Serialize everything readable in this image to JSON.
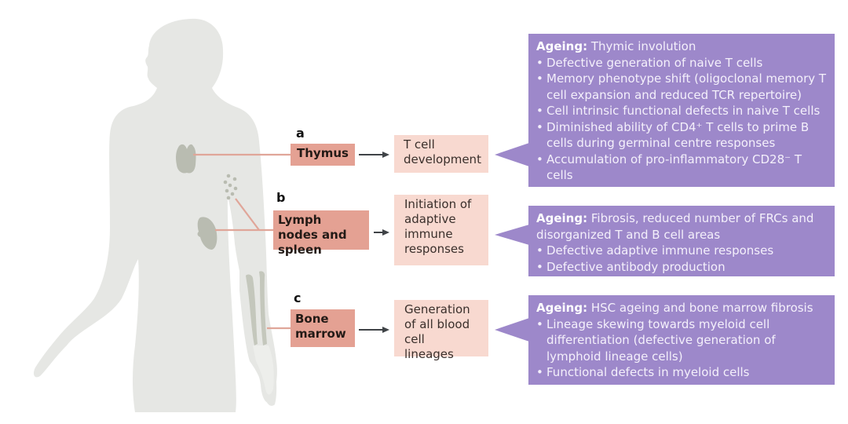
{
  "sections": [
    {
      "tag": "a",
      "organ": "Thymus",
      "function": "T cell development",
      "ageing_label": "Ageing:",
      "ageing_heading": "Thymic involution",
      "bullets": [
        "Defective generation of naive T cells",
        "Memory phenotype shift (oligoclonal memory T cell expansion and reduced TCR repertoire)",
        "Cell intrinsic functional defects in naive T cells",
        "Diminished ability of CD4⁺ T cells to prime B cells during germinal centre responses",
        "Accumulation of pro-inflammatory CD28⁻ T cells"
      ]
    },
    {
      "tag": "b",
      "organ": "Lymph nodes and spleen",
      "function": "Initiation of adaptive immune responses",
      "ageing_label": "Ageing:",
      "ageing_heading": "Fibrosis, reduced number of FRCs and disorganized T and B cell areas",
      "bullets": [
        "Defective adaptive immune responses",
        "Defective antibody production"
      ]
    },
    {
      "tag": "c",
      "organ": "Bone marrow",
      "function": "Generation of all blood cell lineages",
      "ageing_label": "Ageing:",
      "ageing_heading": "HSC ageing and bone marrow fibrosis",
      "bullets": [
        "Lineage skewing towards myeloid cell differentiation (defective generation of lymphoid lineage cells)",
        "Functional defects in myeloid cells"
      ]
    }
  ],
  "bullet_glyph": "•",
  "colors": {
    "body": "#e6e7e4",
    "organ_shape": "#b9bcb1",
    "connector": "#e0a699",
    "organ_box": "#e4a193",
    "function_box": "#f8d9d0",
    "ageing_box": "#9d88ca",
    "arrow": "#3f4347"
  }
}
